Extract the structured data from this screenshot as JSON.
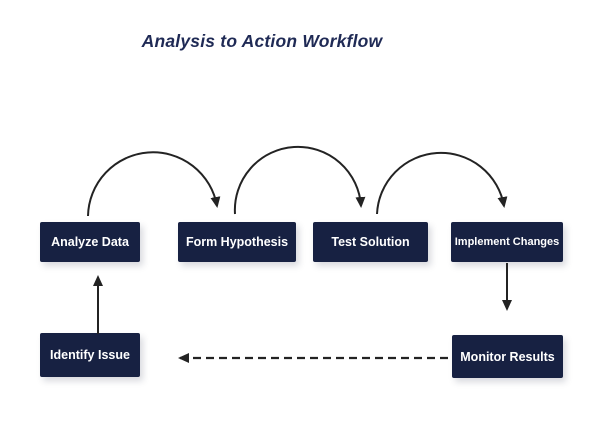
{
  "title": "Analysis to Action Workflow",
  "diagram_type": "workflow-flowchart",
  "colors": {
    "node_fill": "#172142",
    "node_text": "#ffffff",
    "title_text": "#1f2a55",
    "arrow": "#232323",
    "background": "#ffffff"
  },
  "nodes": [
    {
      "id": "analyze-data",
      "label": "Analyze Data"
    },
    {
      "id": "form-hypothesis",
      "label": "Form Hypothesis"
    },
    {
      "id": "test-solution",
      "label": "Test Solution"
    },
    {
      "id": "implement-changes",
      "label": "Implement Changes"
    },
    {
      "id": "identify-issue",
      "label": "Identify Issue"
    },
    {
      "id": "monitor-results",
      "label": "Monitor Results"
    }
  ],
  "edges": [
    {
      "from": "analyze-data",
      "to": "form-hypothesis",
      "style": "solid-arc"
    },
    {
      "from": "form-hypothesis",
      "to": "test-solution",
      "style": "solid-arc"
    },
    {
      "from": "test-solution",
      "to": "implement-changes",
      "style": "solid-arc"
    },
    {
      "from": "implement-changes",
      "to": "monitor-results",
      "style": "solid-straight-down"
    },
    {
      "from": "monitor-results",
      "to": "identify-issue",
      "style": "dashed-straight-left"
    },
    {
      "from": "identify-issue",
      "to": "analyze-data",
      "style": "solid-straight-up"
    }
  ]
}
